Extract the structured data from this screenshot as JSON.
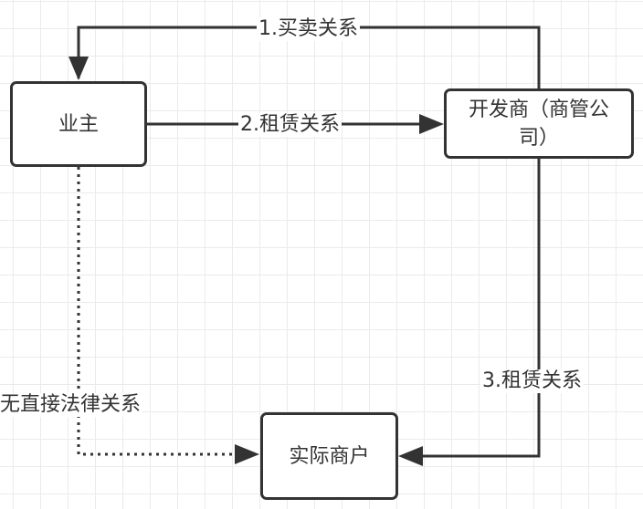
{
  "diagram": {
    "colors": {
      "stroke": "#333333",
      "grid": "#ebebeb",
      "background": "#ffffff",
      "text": "#333333"
    },
    "nodes": {
      "owner": {
        "label": "业主"
      },
      "developer": {
        "label": "开发商（商管公司）"
      },
      "merchant": {
        "label": "实际商户"
      }
    },
    "edges": [
      {
        "id": "sale",
        "from": "developer",
        "to": "owner",
        "label": "1.买卖关系",
        "style": "solid"
      },
      {
        "id": "lease-owner-dev",
        "from": "owner",
        "to": "developer",
        "label": "2.租赁关系",
        "style": "solid"
      },
      {
        "id": "lease-dev-merchant",
        "from": "developer",
        "to": "merchant",
        "label": "3.租赁关系",
        "style": "solid"
      },
      {
        "id": "no-legal",
        "from": "owner",
        "to": "merchant",
        "label": "无直接法律关系",
        "style": "dotted"
      }
    ]
  }
}
